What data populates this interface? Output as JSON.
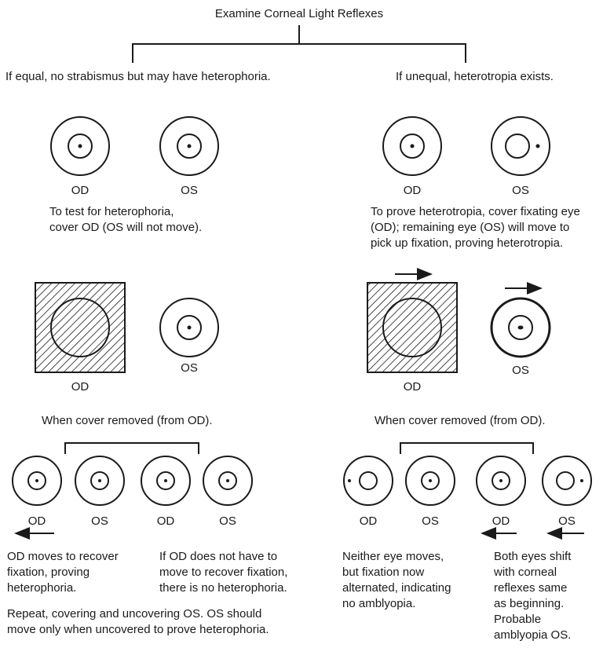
{
  "title": "Examine Corneal Light Reflexes",
  "left": {
    "heading": "If equal, no strabismus but may have heterophoria.",
    "eye_od": "OD",
    "eye_os": "OS",
    "instruction": [
      "To test for heterophoria,",
      "cover OD (OS will not move)."
    ],
    "covered_od": "OD",
    "covered_os": "OS",
    "removed": "When cover removed (from OD).",
    "row_labels": [
      "OD",
      "OS",
      "OD",
      "OS"
    ],
    "note_a": [
      "OD moves to recover",
      "fixation, proving",
      "heterophoria."
    ],
    "note_b": [
      "If OD does not have to",
      "move to recover fixation,",
      "there is no heterophoria."
    ],
    "footer": [
      "Repeat, covering and uncovering OS. OS should",
      "move only when uncovered to prove heterophoria."
    ]
  },
  "right": {
    "heading": "If unequal, heterotropia exists.",
    "eye_od": "OD",
    "eye_os": "OS",
    "instruction": [
      "To prove heterotropia, cover fixating eye",
      "(OD); remaining eye (OS) will move to",
      "pick up fixation, proving heterotropia."
    ],
    "covered_od": "OD",
    "covered_os": "OS",
    "removed": "When cover removed (from OD).",
    "row_labels": [
      "OD",
      "OS",
      "OD",
      "OS"
    ],
    "note_a": [
      "Neither eye moves,",
      "but fixation now",
      "alternated, indicating",
      "no amblyopia."
    ],
    "note_b": [
      "Both eyes shift",
      "with corneal",
      "reflexes same",
      "as beginning.",
      "Probable",
      "amblyopia OS."
    ]
  }
}
